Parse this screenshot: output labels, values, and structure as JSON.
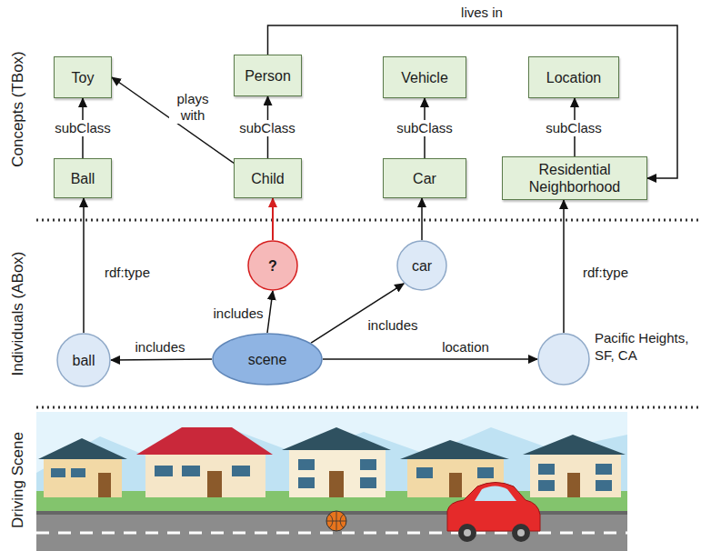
{
  "diagram": {
    "nodes": [
      {
        "text": [
          "Toy"
        ]
      },
      {
        "text": [
          "Person"
        ]
      },
      {
        "text": [
          "Vehicle"
        ]
      },
      {
        "text": [
          "Location"
        ]
      },
      {
        "text": [
          "Ball"
        ]
      },
      {
        "text": [
          "Child"
        ]
      },
      {
        "text": [
          "Car"
        ]
      },
      {
        "text": [
          "Residential Neighborhood"
        ]
      },
      {
        "text": [
          "?"
        ]
      },
      {
        "text": [
          "car"
        ]
      },
      {
        "text": [
          "ball"
        ]
      },
      {
        "text": [
          "scene"
        ]
      },
      {
        "text": [
          "Pacific Heights, SF, CA"
        ]
      }
    ],
    "edges": [
      {
        "from": 4,
        "to": 0,
        "label": "subClass",
        "arrow": "to"
      },
      {
        "from": 5,
        "to": 1,
        "label": "subClass",
        "arrow": "to"
      },
      {
        "from": 6,
        "to": 2,
        "label": "subClass",
        "arrow": "to"
      },
      {
        "from": 7,
        "to": 3,
        "label": "subClass",
        "arrow": "to"
      },
      {
        "from": 5,
        "to": 0,
        "label": "plays with",
        "arrow": "to"
      },
      {
        "from": 1,
        "to": 7,
        "label": "lives in",
        "arrow": "to"
      },
      {
        "from": 10,
        "to": 4,
        "label": "rdf:type",
        "arrow": "to"
      },
      {
        "from": 8,
        "to": 5,
        "arrow": "to"
      },
      {
        "from": 9,
        "to": 6,
        "arrow": "to"
      },
      {
        "from": 12,
        "to": 7,
        "label": "rdf:type",
        "arrow": "to"
      },
      {
        "from": 11,
        "to": 10,
        "label": "includes",
        "arrow": "to"
      },
      {
        "from": 11,
        "to": 8,
        "label": "includes",
        "arrow": "to"
      },
      {
        "from": 11,
        "to": 9,
        "label": "includes",
        "arrow": "to"
      },
      {
        "from": 11,
        "to": 12,
        "label": "location",
        "arrow": "to"
      }
    ],
    "labels": [
      "Concepts (TBox)",
      "Individuals (ABox)",
      "Driving Scene"
    ]
  }
}
